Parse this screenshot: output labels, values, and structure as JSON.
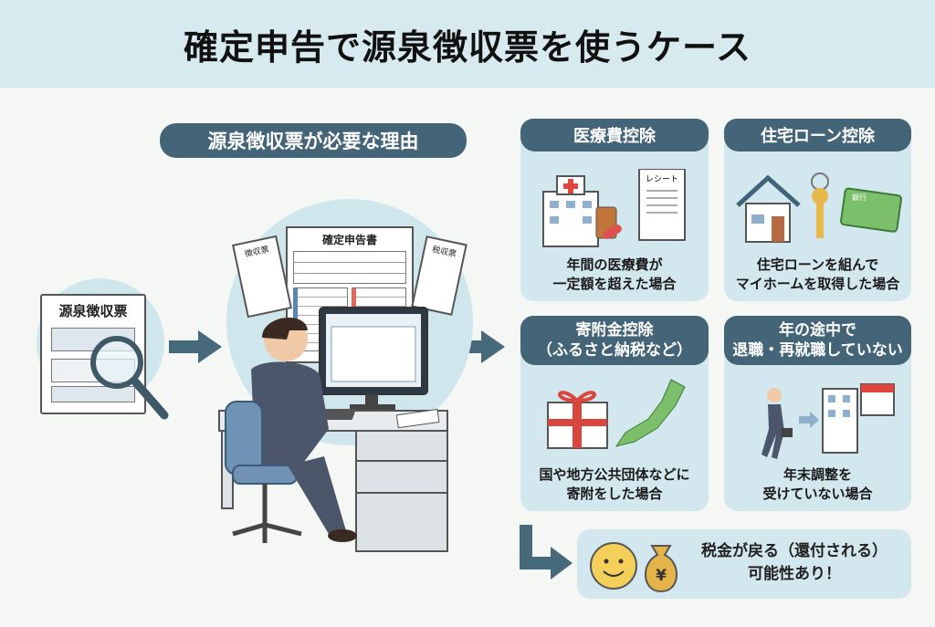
{
  "title": "確定申告で源泉徴収票を使うケース",
  "reason_label": "源泉徴収票が必要な理由",
  "withholding_doc": "源泉徴収票",
  "tax_return_doc": "確定申告書",
  "receipt_left": "徴収票",
  "receipt_right": "税収票",
  "cards": [
    {
      "title": "医療費控除",
      "text1": "年間の医療費が",
      "text2": "一定額を超えた場合",
      "receipt": "レシート"
    },
    {
      "title": "住宅ローン控除",
      "text1": "住宅ローンを組んで",
      "text2": "マイホームを取得した場合",
      "bankbook": "銀行"
    },
    {
      "title": "寄附金控除",
      "subtitle": "（ふるさと納税など）",
      "text1": "国や地方公共団体などに",
      "text2": "寄附をした場合"
    },
    {
      "title": "年の途中で",
      "subtitle": "退職・再就職していない",
      "text1": "年末調整を",
      "text2": "受けていない場合"
    }
  ],
  "result": {
    "line1": "税金が戻る（還付される）",
    "line2": "可能性あり！",
    "yen": "¥"
  },
  "colors": {
    "accent": "#446577",
    "card_bg": "#d3e8ee",
    "arrow": "#46697b"
  }
}
